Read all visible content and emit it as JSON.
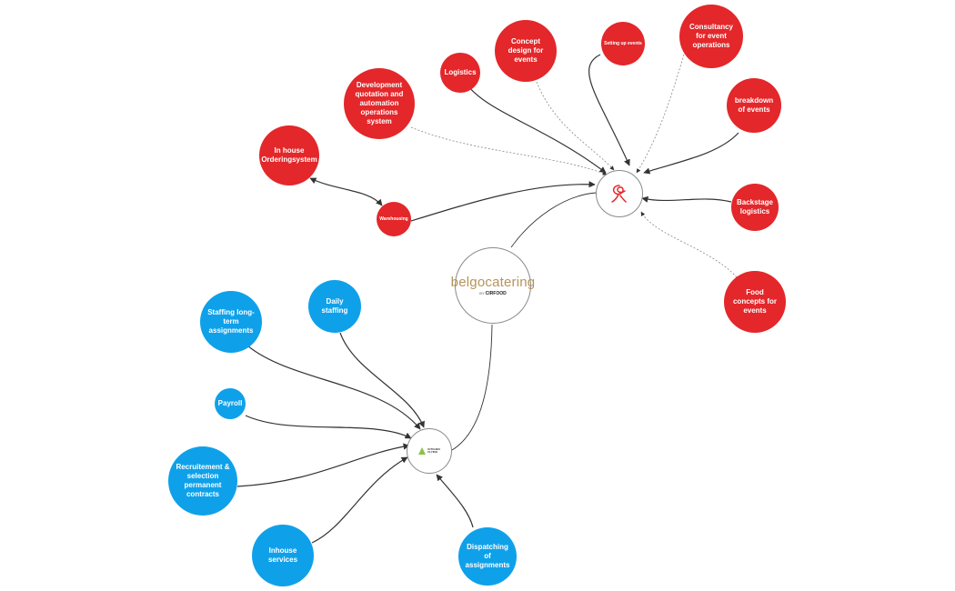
{
  "center": {
    "brand_name": "belgocatering",
    "brand_prefix": "belgo",
    "brand_suffix": "catering",
    "by_label": "BY",
    "parent_brand": "CIRFOOD"
  },
  "red_hub": {
    "icon": "catering-swirl-logo"
  },
  "blue_hub": {
    "logo_line1": "KITCHEN",
    "logo_line2": "FLYING"
  },
  "red_nodes": [
    {
      "id": "r-logistics",
      "label": "Logistics"
    },
    {
      "id": "r-concept",
      "label": "Concept design for events"
    },
    {
      "id": "r-setting",
      "label": "Setting up events"
    },
    {
      "id": "r-consult",
      "label": "Consultancy for event operations"
    },
    {
      "id": "r-breakdown",
      "label": "breakdown of events"
    },
    {
      "id": "r-backstage",
      "label": "Backstage logistics"
    },
    {
      "id": "r-food",
      "label": "Food concepts for events"
    },
    {
      "id": "r-devquote",
      "label": "Development quotation and automation operations system"
    },
    {
      "id": "r-inhouse",
      "label": "In house Orderingsystem"
    },
    {
      "id": "r-warehousing",
      "label": "Warehousing"
    }
  ],
  "blue_nodes": [
    {
      "id": "b-staffing-long",
      "label": "Staffing long-term assignments"
    },
    {
      "id": "b-daily",
      "label": "Daily staffing"
    },
    {
      "id": "b-payroll",
      "label": "Payroll"
    },
    {
      "id": "b-recruit",
      "label": "Recruitement & selection permanent contracts"
    },
    {
      "id": "b-inhouse",
      "label": "Inhouse services"
    },
    {
      "id": "b-dispatch",
      "label": "Dispatching of assignments"
    }
  ],
  "colors": {
    "red": "#e3272a",
    "blue": "#0ea1ea",
    "brand_gold": "#b6945a",
    "edge": "#333333"
  }
}
